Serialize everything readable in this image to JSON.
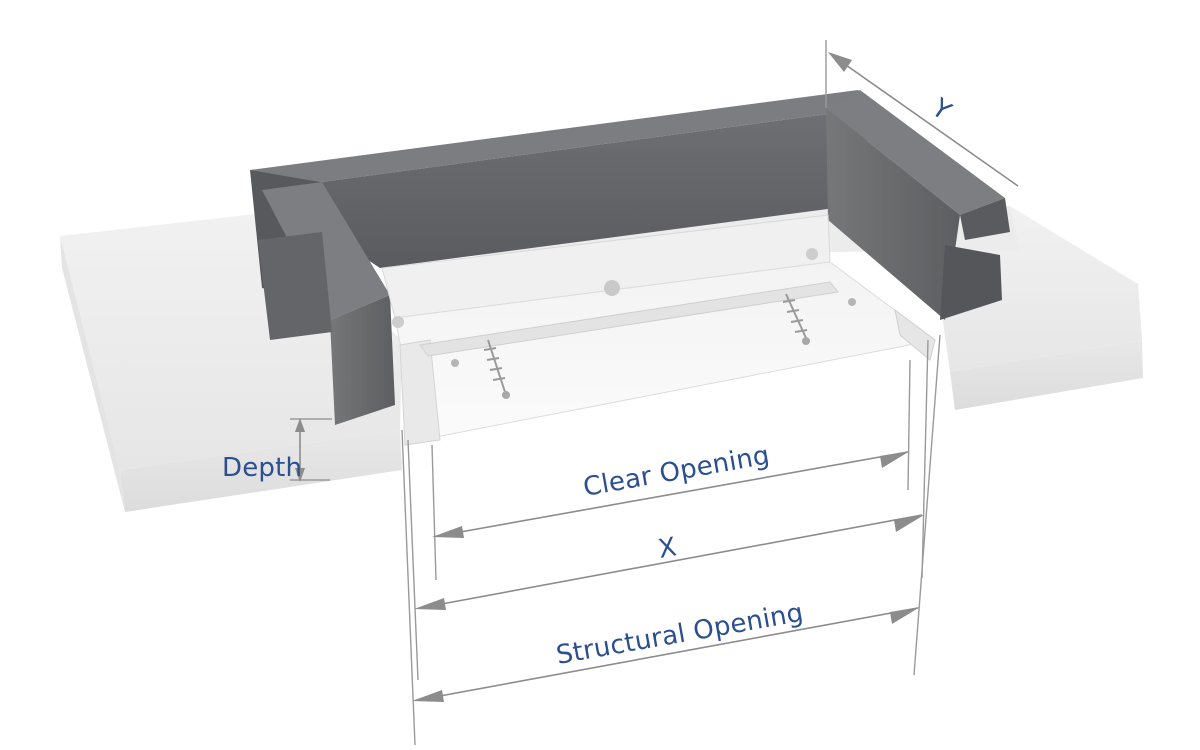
{
  "diagram": {
    "labels": {
      "depth": "Depth",
      "clear_opening": "Clear Opening",
      "x": "X",
      "structural_opening": "Structural Opening",
      "y": "Y"
    },
    "colors": {
      "label_text": "#2b4f8f",
      "dimension_line": "#8c8c8c",
      "frame_dark": "#5f6063",
      "frame_mid": "#6d6e72",
      "frame_light": "#7a7b7f",
      "slab_top": "#ececec",
      "slab_edge": "#e2e2e2",
      "insert_white": "#f7f7f7"
    }
  }
}
